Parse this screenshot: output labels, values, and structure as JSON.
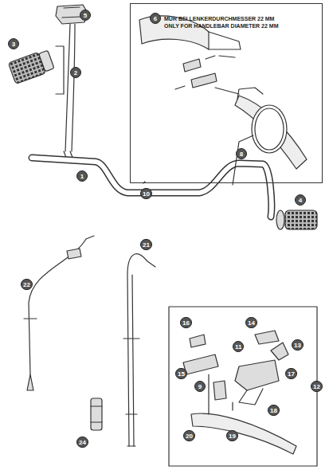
{
  "diagram": {
    "nodes": [
      {
        "text": [
          "MUR BEI LENKERDURCHMESSER 22 MM",
          "ONLY FOR HANDLEBAR DIAMETER 22 MM"
        ]
      }
    ],
    "labels": [
      "5",
      "3",
      "2",
      "6",
      "10",
      "1",
      "8",
      "4",
      "22",
      "21",
      "24",
      "12",
      "16",
      "14",
      "11",
      "13",
      "15",
      "9",
      "17",
      "18",
      "19",
      "20"
    ]
  }
}
